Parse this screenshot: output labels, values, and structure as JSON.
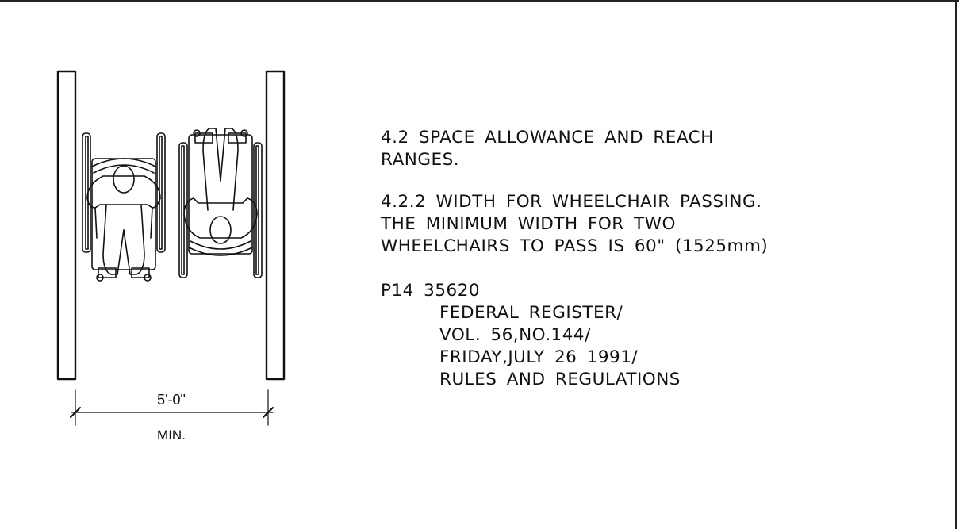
{
  "dimension": {
    "value": "5'-0\"",
    "qualifier": "MIN."
  },
  "notes": {
    "section_title_line1": "4.2 SPACE ALLOWANCE AND REACH",
    "section_title_line2": "RANGES.",
    "subsection_line1": "4.2.2 WIDTH FOR WHEELCHAIR PASSING.",
    "subsection_line2": "THE MINIMUM WIDTH FOR TWO",
    "subsection_line3": "WHEELCHAIRS TO PASS IS 60\" (1525mm)",
    "reference_code": "P14 35620",
    "source_line1": "FEDERAL REGISTER/",
    "source_line2": "VOL. 56,NO.144/",
    "source_line3": "FRIDAY,JULY 26 1991/",
    "source_line4": "RULES AND REGULATIONS"
  }
}
